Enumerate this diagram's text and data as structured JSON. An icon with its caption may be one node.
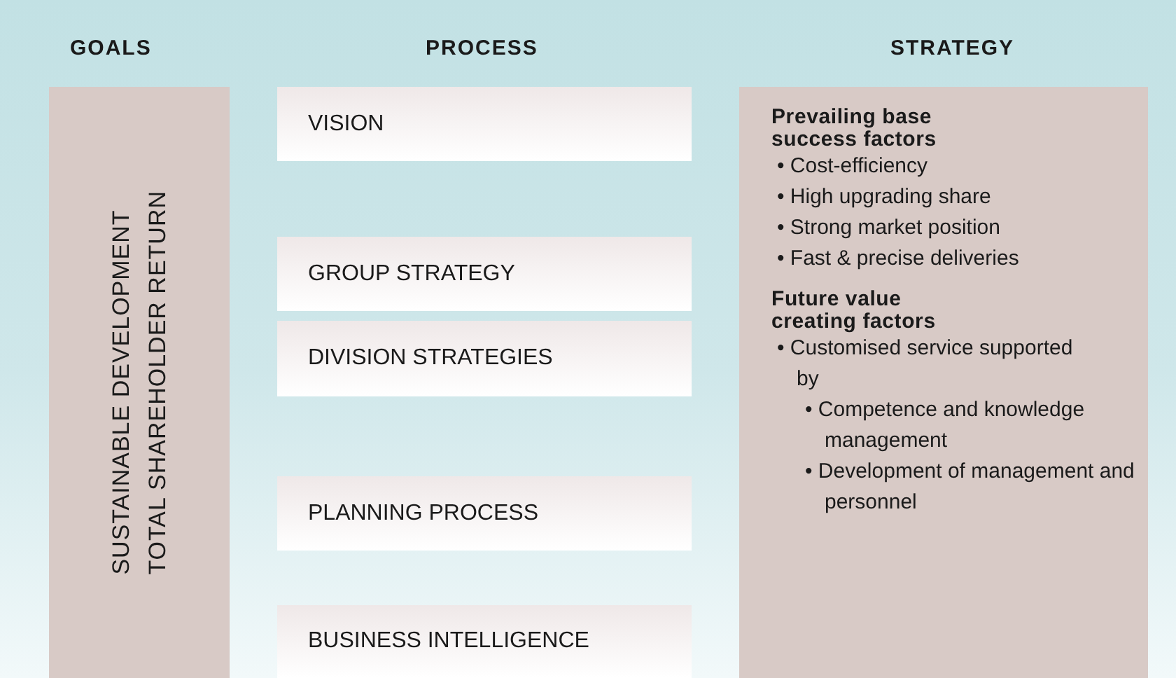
{
  "diagram": {
    "nodes": [
      {
        "text": [
          "SUSTAINABLE DEVELOPMENT",
          "TOTAL SHAREHOLDER RETURN"
        ]
      },
      {
        "text": [
          "VISION"
        ]
      },
      {
        "text": [
          "GROUP STRATEGY"
        ]
      },
      {
        "text": [
          "DIVISION STRATEGIES"
        ]
      },
      {
        "text": [
          "PLANNING PROCESS"
        ]
      },
      {
        "text": [
          "BUSINESS INTELLIGENCE"
        ]
      },
      {
        "text": [
          "Prevailing base success factors",
          "• Cost-efficiency",
          "• High upgrading share",
          "• Strong market position",
          "• Fast & precise deliveries",
          "Future value creating factors",
          "• Customised service supported by",
          "• Competence and knowledge management",
          "• Development of management and personnel"
        ]
      }
    ],
    "edges": [],
    "labels": [
      "GOALS",
      "PROCESS",
      "STRATEGY"
    ]
  }
}
